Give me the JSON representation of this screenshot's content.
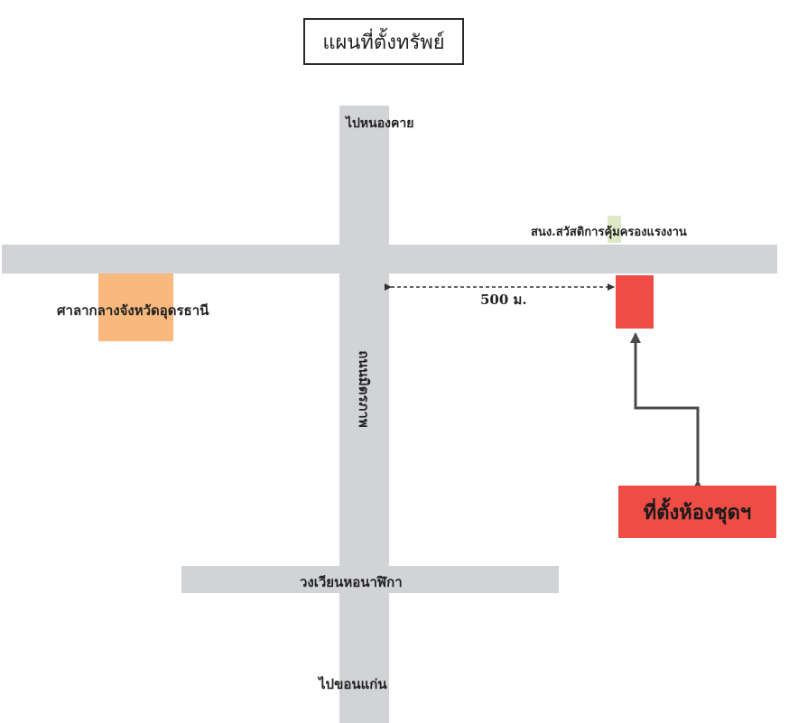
{
  "title": "แผนที่ตั้งทรัพย์",
  "roads": {
    "to_north_label": "ไปหนองคาย",
    "to_south_label": "ไปขอนแก่น",
    "main_road_label": "ถนนมิตรภาพ",
    "roundabout_label": "วงเวียนหอนาฬิกา"
  },
  "landmarks": {
    "office_label": "สนง.สวัสดิการคุ้มครองแรงงาน",
    "court_label": "ศาลากลางจังหวัดอุดรธานี"
  },
  "distance_label": "500 ม.",
  "location_label": "ที่ตั้งห้องชุดฯ",
  "colors": {
    "road": "#d1d3d6",
    "court": "#f8b87e",
    "target": "#ee4c44",
    "office": "#dfe8c6",
    "arrow": "#4a4a4a"
  }
}
